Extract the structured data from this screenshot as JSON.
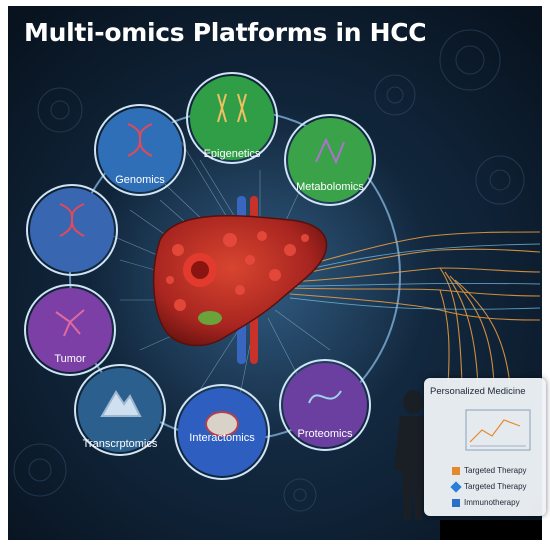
{
  "title": "Multi-omics Platforms in HCC",
  "omics": [
    {
      "label": "Genomics",
      "color": "#2f6fb8",
      "icon": "dna-helix-icon"
    },
    {
      "label": "Epigenetics",
      "color": "#2f9e46",
      "icon": "chromosome-icon"
    },
    {
      "label": "Metabolomics",
      "color": "#3aa34a",
      "icon": "molecule-icon"
    },
    {
      "label": "",
      "color": "#3866b0",
      "icon": "dna-chromosome-icon"
    },
    {
      "label": "Tumor",
      "color": "#7b3fa6",
      "icon": "tumor-network-icon"
    },
    {
      "label": "Transcrptomics",
      "color": "#2b5f8e",
      "icon": "mountain-peak-icon"
    },
    {
      "label": "Interactomics",
      "color": "#2e5fc0",
      "icon": "protein-cluster-icon"
    },
    {
      "label": "Proteomics",
      "color": "#6a3fa0",
      "icon": "protein-ribbon-icon"
    }
  ],
  "panel": {
    "title": "Personalized Medicine",
    "items": [
      {
        "label": "Targeted Therapy",
        "color": "#e58a2a"
      },
      {
        "label": "Targeted Therapy",
        "color": "#2a7fd8"
      },
      {
        "label": "Immunotherapy",
        "color": "#2a6fc8"
      }
    ]
  },
  "colors": {
    "background": "#0d1b2a",
    "ring": "#7fb0d8",
    "liver": "#b52a22",
    "streams": "#f0a040"
  }
}
